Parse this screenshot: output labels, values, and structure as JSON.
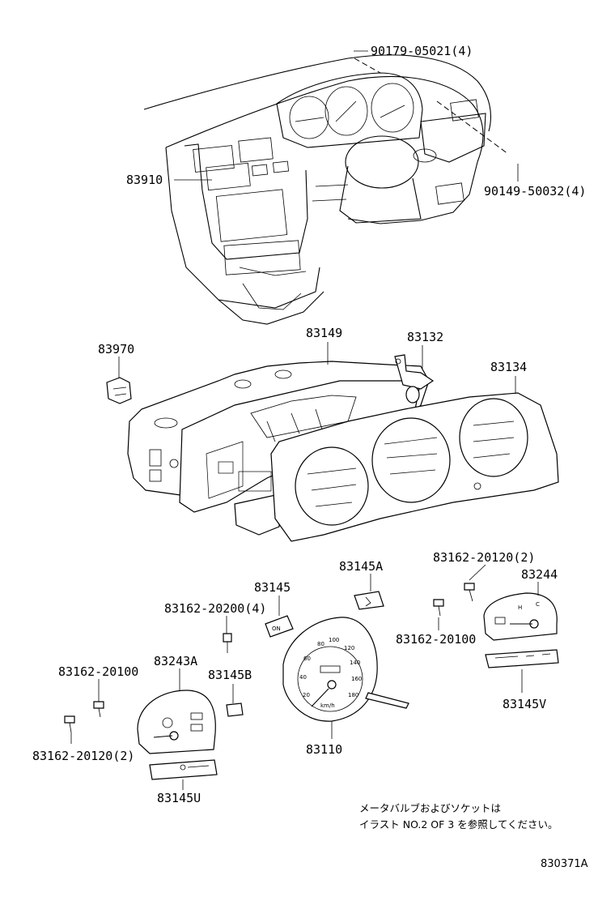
{
  "labels": {
    "p90179": "90179-05021(4)",
    "p90149": "90149-50032(4)",
    "p83910": "83910",
    "p83970": "83970",
    "p83149": "83149",
    "p83132": "83132",
    "p83134": "83134",
    "p83145A": "83145A",
    "p83145": "83145",
    "p83162_20200": "83162-20200(4)",
    "p83162_20120_r": "83162-20120(2)",
    "p83244": "83244",
    "p83162_20100_r": "83162-20100",
    "p83145V": "83145V",
    "p83243A": "83243A",
    "p83162_20100_l": "83162-20100",
    "p83145B": "83145B",
    "p83162_20120_l": "83162-20120(2)",
    "p83110": "83110",
    "p83145U": "83145U"
  },
  "note": {
    "line1": "メータバルブおよびソケットは",
    "line2": "イラスト NO.2 OF 3 を参照してください。"
  },
  "reference": "830371A",
  "gauge_marks": {
    "speedo": [
      "20",
      "40",
      "60",
      "80",
      "100",
      "120",
      "140",
      "160",
      "180"
    ],
    "unit": "km/h",
    "temp_h": "H",
    "temp_c": "C"
  }
}
